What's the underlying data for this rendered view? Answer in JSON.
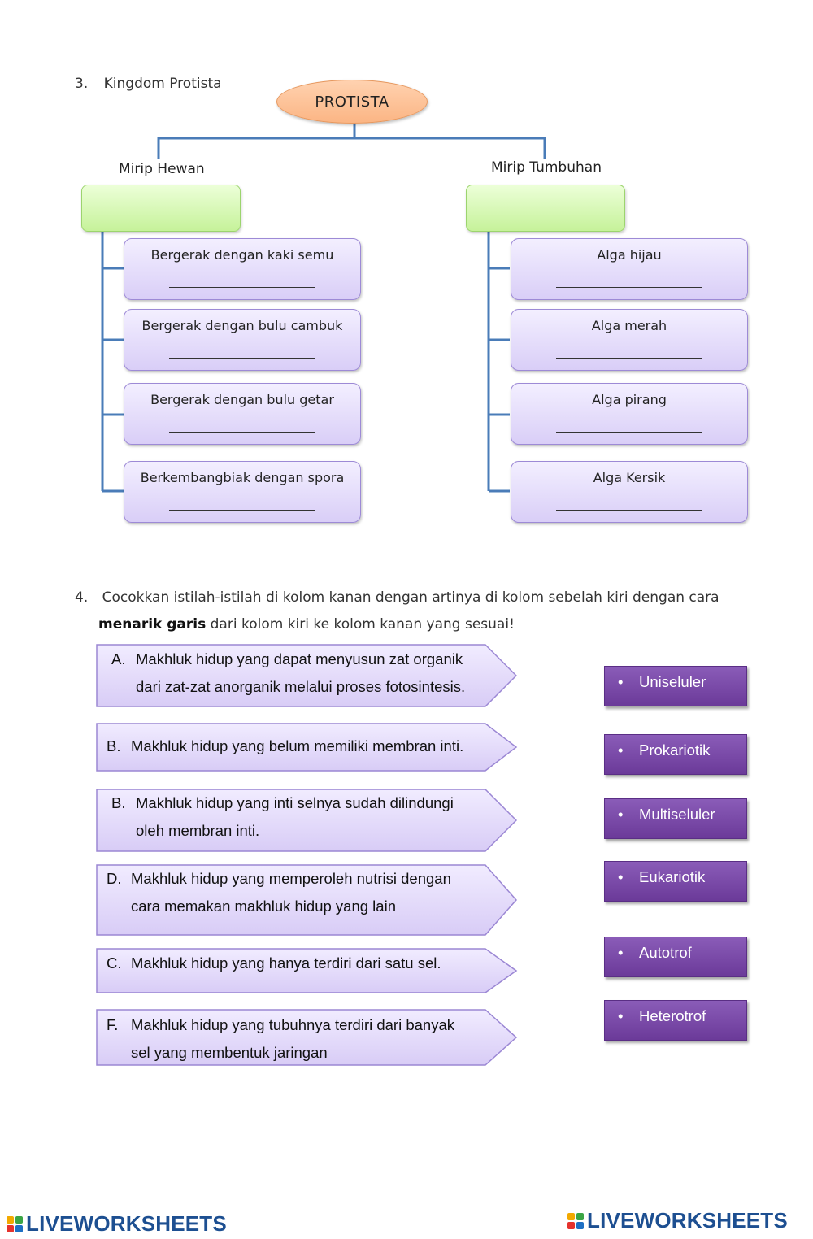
{
  "section3": {
    "number": "3.",
    "title": "Kingdom Protista",
    "root": "PROTISTA",
    "left": {
      "label": "Mirip Hewan",
      "items": [
        "Bergerak dengan kaki semu",
        "Bergerak dengan bulu cambuk",
        "Bergerak dengan bulu getar",
        "Berkembangbiak dengan spora"
      ]
    },
    "right": {
      "label": "Mirip Tumbuhan",
      "items": [
        "Alga hijau",
        "Alga merah",
        "Alga pirang",
        "Alga Kersik"
      ]
    }
  },
  "section4": {
    "number": "4.",
    "instruction_line1": "Cocokkan istilah-istilah di kolom kanan dengan artinya di kolom sebelah kiri dengan cara",
    "instruction_bold": "menarik garis",
    "instruction_rest": " dari kolom kiri ke kolom kanan yang sesuai!",
    "definitions": [
      {
        "letter": "A.",
        "line1": "Makhluk hidup yang dapat menyusun zat organik",
        "line2": "dari zat-zat anorganik melalui proses fotosintesis."
      },
      {
        "letter": "B.",
        "line1": "Makhluk hidup yang belum memiliki membran inti.",
        "line2": ""
      },
      {
        "letter": "B.",
        "line1": "Makhluk hidup yang inti selnya sudah dilindungi",
        "line2": "oleh membran inti."
      },
      {
        "letter": "D.",
        "line1": "Makhluk hidup yang memperoleh nutrisi dengan",
        "line2": "cara memakan makhluk hidup yang lain"
      },
      {
        "letter": "C.",
        "line1": "Makhluk hidup yang hanya terdiri dari satu sel.",
        "line2": ""
      },
      {
        "letter": "F.",
        "line1": "Makhluk hidup yang tubuhnya terdiri dari banyak",
        "line2": "sel yang membentuk jaringan"
      }
    ],
    "terms": [
      "Uniseluler",
      "Prokariotik",
      "Multiseluler",
      "Eukariotik",
      "Autotrof",
      "Heterotrof"
    ],
    "bullet": "•"
  },
  "footer": {
    "brand": "LIVEWORKSHEETS"
  },
  "colors": {
    "connector": "#4a7cb8",
    "definition_fill": "#e4dcfa",
    "term_fill": "#7a4aa8",
    "brand": "#1d4f91"
  }
}
